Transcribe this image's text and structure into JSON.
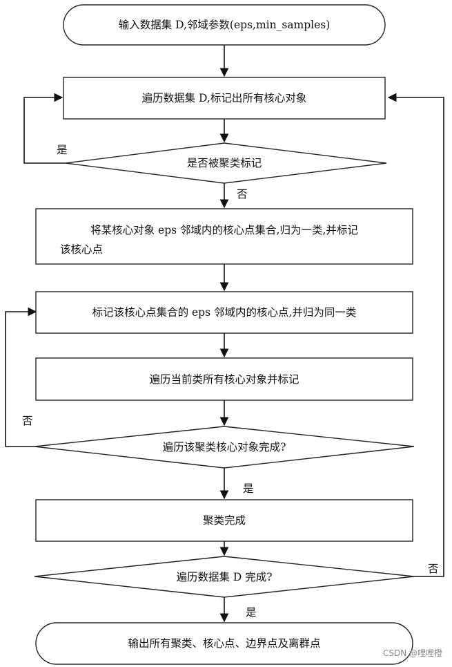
{
  "flowchart": {
    "start": "输入数据集 D,邻域参数(eps,min_samples)",
    "step1": "遍历数据集 D,标记出所有核心对象",
    "decision1": "是否被聚类标记",
    "step2_line1": "将某核心对象 eps 邻域内的核心点集合,归为一类,并标记",
    "step2_line2": "该核心点",
    "step3": "标记该核心点集合的 eps 邻域内的核心点,并归为同一类",
    "step4": "遍历当前类所有核心对象并标记",
    "decision2": "遍历该聚类核心对象完成?",
    "step5": "聚类完成",
    "decision3": "遍历数据集 D 完成?",
    "end": "输出所有聚类、核心点、边界点及离群点"
  },
  "edge_labels": {
    "d1_yes": "是",
    "d1_no": "否",
    "d2_no": "否",
    "d2_yes": "是",
    "d3_no": "否",
    "d3_yes": "是"
  },
  "watermark": "CSDN @哩哩橙"
}
